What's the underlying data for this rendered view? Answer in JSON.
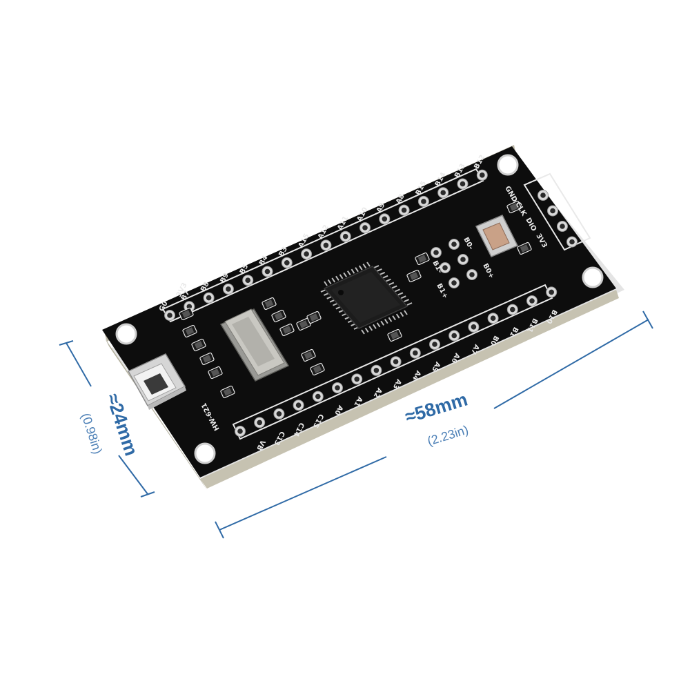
{
  "dimensions": {
    "width_metric": "≈58mm",
    "width_imperial": "(2.23in)",
    "height_metric": "≈24mm",
    "height_imperial": "(0.98in)"
  },
  "colors": {
    "pcb": "#0d0d0d",
    "pcb_edge": "#bcb8a8",
    "silkscreen": "#e9e9e9",
    "pin_pad": "#d9d9d9",
    "dimension_line": "#2f6aa6"
  },
  "swd_header": {
    "labels": [
      "GND",
      "CLK",
      "DIO",
      "3V3"
    ]
  },
  "top_pins": [
    "B7",
    "B8",
    "B9",
    "B5",
    "B4",
    "B3",
    "A15",
    "A12",
    "A11",
    "A10",
    "A9",
    "A8",
    "B15",
    "B14",
    "B13",
    "B12"
  ],
  "bottom_pins": [
    "B10",
    "B11",
    "B1",
    "B0",
    "A7",
    "A6",
    "A5",
    "A4",
    "A3",
    "A2",
    "A1",
    "A0",
    "C15",
    "C14",
    "C13",
    "VB"
  ],
  "boot_labels": [
    "B0-",
    "B0+",
    "B1+",
    "B1-"
  ],
  "misc_labels": [
    "G0",
    "3V3",
    "HW-621"
  ],
  "icons": {
    "usb": "micro-usb-connector-icon",
    "mcu": "microcontroller-chip-icon",
    "crystal": "crystal-oscillator-icon",
    "button": "reset-button-icon"
  }
}
